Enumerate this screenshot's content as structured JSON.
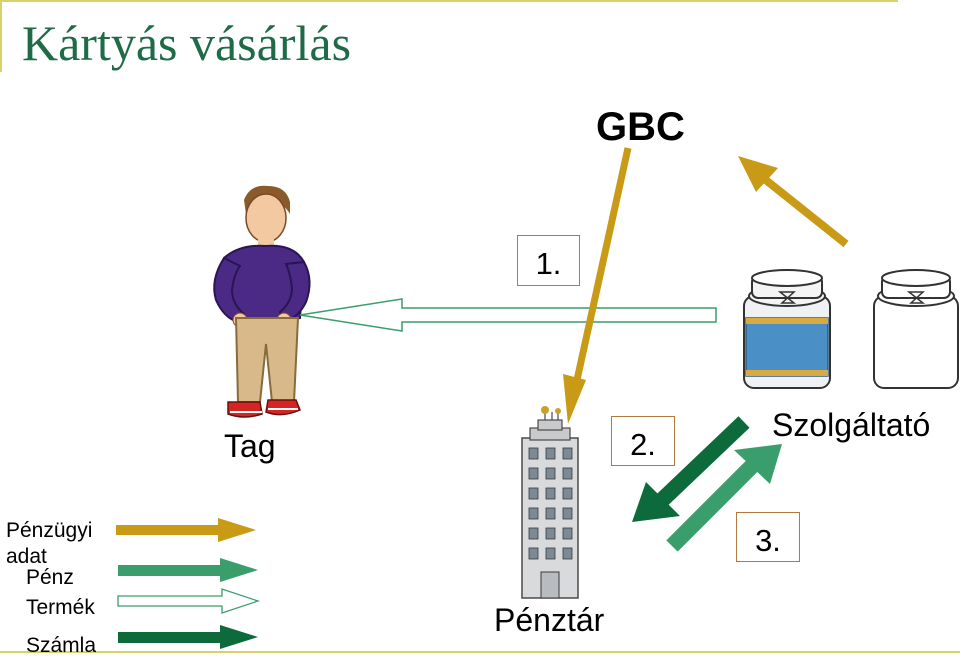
{
  "title": "Kártyás vásárlás",
  "labels": {
    "gbc": "GBC",
    "tag": "Tag",
    "penztar": "Pénztár",
    "szolgaltato": "Szolgáltató"
  },
  "steps": [
    "1.",
    "2.",
    "3."
  ],
  "legend": {
    "financial_line1": "Pénzügyi",
    "financial_line2": "adat",
    "money": "Pénz",
    "product": "Termék",
    "invoice": "Számla"
  },
  "colors": {
    "title": "#1f6b47",
    "financial_data": "#c99a16",
    "money": "#3a9e6c",
    "product": "#ffffff",
    "invoice": "#0d6a3a",
    "frame": "#d9d26a"
  },
  "icons": {
    "person": "person-icon",
    "building": "office-building-icon",
    "jar_filled": "jar-icon",
    "jar_empty": "empty-jar-icon"
  }
}
